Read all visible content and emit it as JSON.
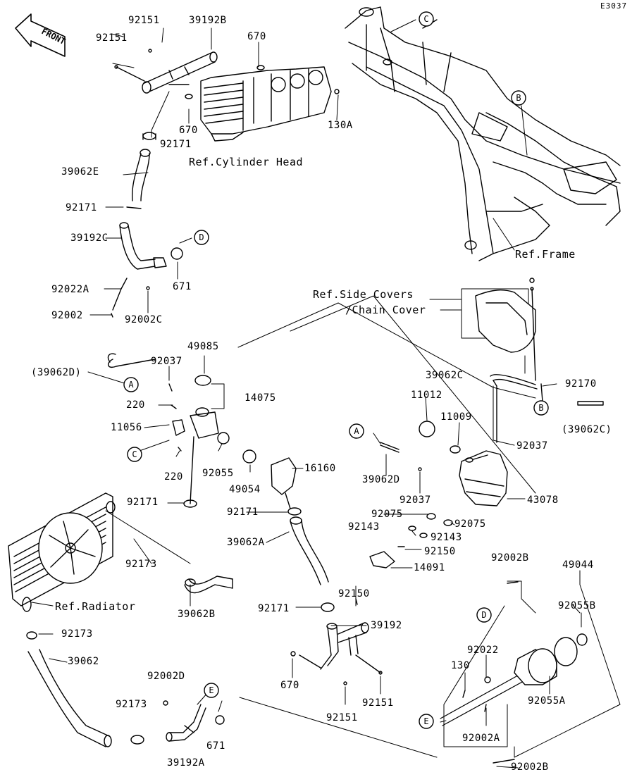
{
  "diagram_code": "E3037",
  "front_label": "FRONT",
  "refs": {
    "cylinder_head": "Ref.Cylinder Head",
    "frame": "Ref.Frame",
    "side_covers_line1": "Ref.Side Covers",
    "side_covers_line2": "/Chain Cover",
    "radiator": "Ref.Radiator"
  },
  "callouts": [
    "A",
    "B",
    "C",
    "D",
    "E"
  ],
  "parts": {
    "p92151_a": "92151",
    "p92151_b": "92151",
    "p39192B": "39192B",
    "p670_a": "670",
    "p670_b": "670",
    "p92171_a": "92171",
    "p39062E": "39062E",
    "p92171_b": "92171",
    "p39192C": "39192C",
    "p671_a": "671",
    "p92022A": "92022A",
    "p92002": "92002",
    "p92002C": "92002C",
    "p130A": "130A",
    "p39062D_paren": "(39062D)",
    "p92037_a": "92037",
    "p49085": "49085",
    "p14075": "14075",
    "p220_a": "220",
    "p11056": "11056",
    "p220_b": "220",
    "p92055": "92055",
    "p49054": "49054",
    "p16160": "16160",
    "p92171_c": "92171",
    "p92171_d": "92171",
    "p39062A": "39062A",
    "p92173_a": "92173",
    "p39062B": "39062B",
    "p92171_e": "92171",
    "p92173_b": "92173",
    "p39062": "39062",
    "p92002D": "92002D",
    "p92173_c": "92173",
    "p671_b": "671",
    "p39192A": "39192A",
    "p39192": "39192",
    "p670_c": "670",
    "p92151_c": "92151",
    "p92151_d": "92151",
    "p11012": "11012",
    "p11009": "11009",
    "p39062C": "39062C",
    "p92170": "92170",
    "p39062C_paren": "(39062C)",
    "p92037_b": "92037",
    "p39062D": "39062D",
    "p92037_c": "92037",
    "p43078": "43078",
    "p92075_a": "92075",
    "p92075_b": "92075",
    "p92143_a": "92143",
    "p92143_b": "92143",
    "p92150_a": "92150",
    "p14091": "14091",
    "p92150_b": "92150",
    "p92002B_a": "92002B",
    "p49044": "49044",
    "p92055B": "92055B",
    "p92022": "92022",
    "p130": "130",
    "p92055A": "92055A",
    "p92002A": "92002A",
    "p92002B_b": "92002B"
  }
}
